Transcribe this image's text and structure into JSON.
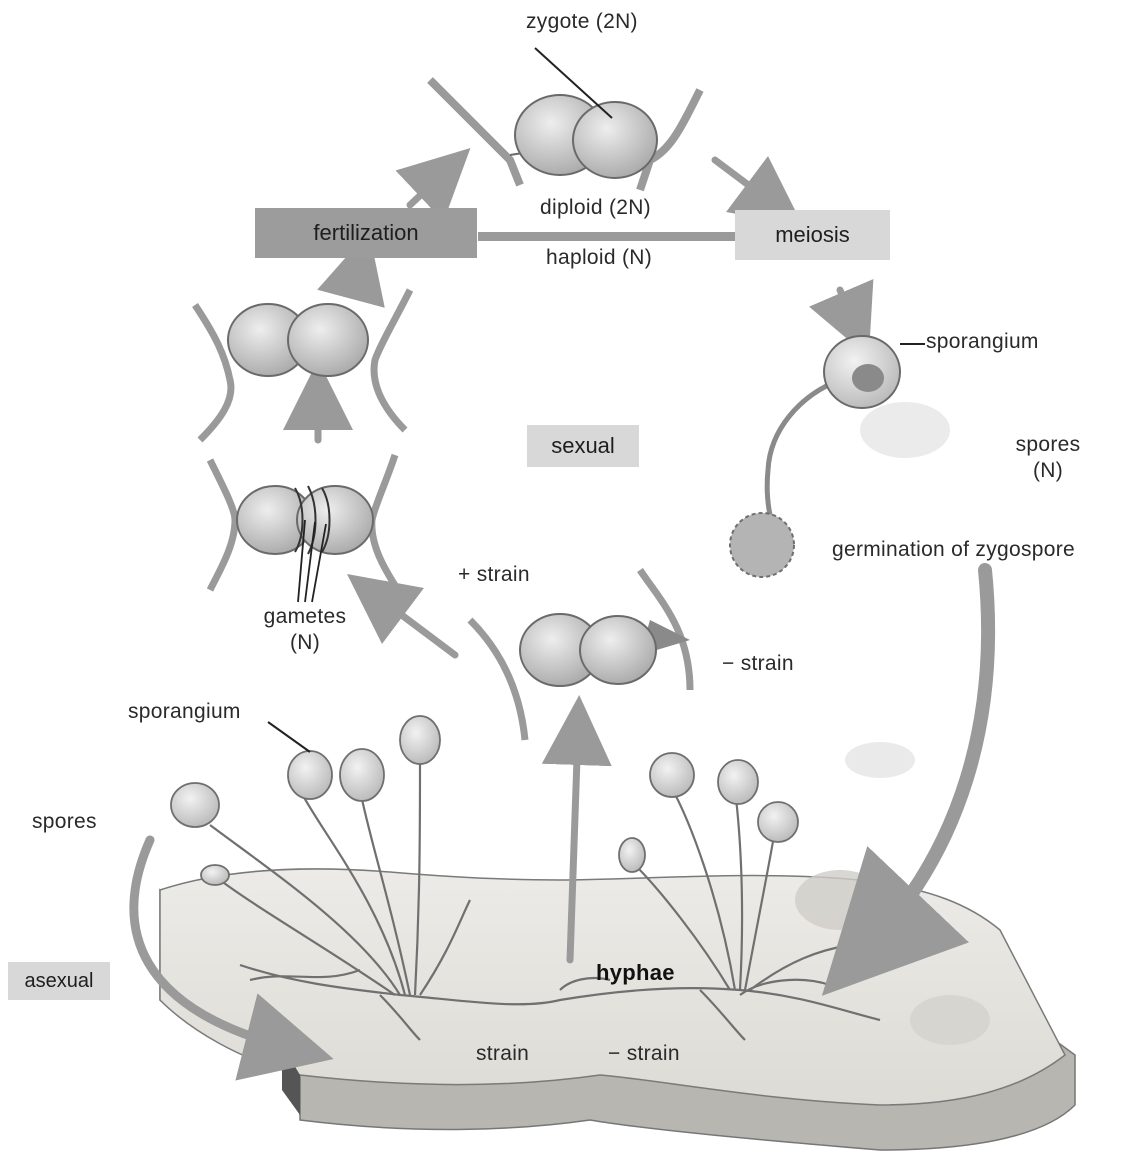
{
  "labels": {
    "zygote": "zygote (2N)",
    "fertilization": "fertilization",
    "meiosis": "meiosis",
    "diploid": "diploid (2N)",
    "haploid": "haploid (N)",
    "sporangium_top": "sporangium",
    "sexual": "sexual",
    "spores_n_line1": "spores",
    "spores_n_line2": "(N)",
    "germination": "germination of zygospore",
    "plus_strain": "+ strain",
    "minus_strain_top": "− strain",
    "gametes_line1": "gametes",
    "gametes_line2": "(N)",
    "sporangium_bottom": "sporangium",
    "spores_left": "spores",
    "asexual": "asexual",
    "hyphae": "hyphae",
    "strain_bottom": "strain",
    "minus_strain_bottom": "− strain"
  },
  "colors": {
    "arrow": "#9a9a9a",
    "structure_fill": "#c9c9c9",
    "structure_stroke": "#6f6f6f",
    "bread_top": "#e6e4df",
    "bread_side": "#b4b2ad",
    "box_dark": "#9c9c9c",
    "box_light": "#d8d8d8"
  },
  "icons": {
    "zygote": "zygote-icon",
    "sporangium": "sporangium-icon",
    "gametes": "gametes-icon",
    "bread": "bread-slice-icon"
  }
}
